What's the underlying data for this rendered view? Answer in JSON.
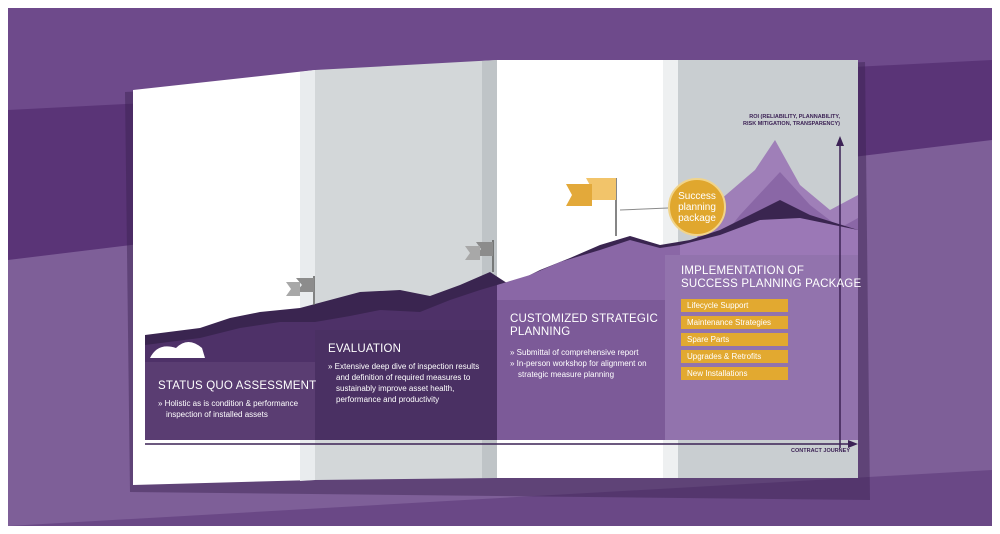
{
  "axis": {
    "y_label_line1": "ROI (RELIABILITY, PLANNABILITY,",
    "y_label_line2": "RISK MITIGATION, TRANSPARENCY)",
    "x_label": "CONTRACT JOURNEY"
  },
  "phases": [
    {
      "title": "STATUS QUO ASSESSMENT",
      "bullets": [
        "» Holistic as is condition & performance",
        "inspection of installed assets"
      ]
    },
    {
      "title": "EVALUATION",
      "bullets": [
        "» Extensive deep dive of inspection results",
        "and definition of required measures to",
        "sustainably improve asset health,",
        "performance and productivity"
      ]
    },
    {
      "title_line1": "CUSTOMIZED STRATEGIC",
      "title_line2": "PLANNING",
      "bullets": [
        "» Submittal of comprehensive report",
        "» In-person workshop for alignment on",
        "strategic measure planning"
      ]
    },
    {
      "title_line1": "IMPLEMENTATION OF",
      "title_line2": "SUCCESS PLANNING PACKAGE",
      "items": [
        "Lifecycle Support",
        "Maintenance Strategies",
        "Spare Parts",
        "Upgrades & Retrofits",
        "New Installations"
      ]
    }
  ],
  "badge": {
    "line1": "Success",
    "line2": "planning",
    "line3": "package"
  },
  "colors": {
    "background_dark": "#4e2a6b",
    "background_light": "#7a5a93",
    "panel_grey": "#d3d7d9",
    "panel_white": "#ffffff",
    "mountain_dark": "#3a2550",
    "mountain_mid": "#5c3a78",
    "mountain_light": "#8a67a6",
    "gold": "#e2a930",
    "axis": "#3c2255"
  }
}
